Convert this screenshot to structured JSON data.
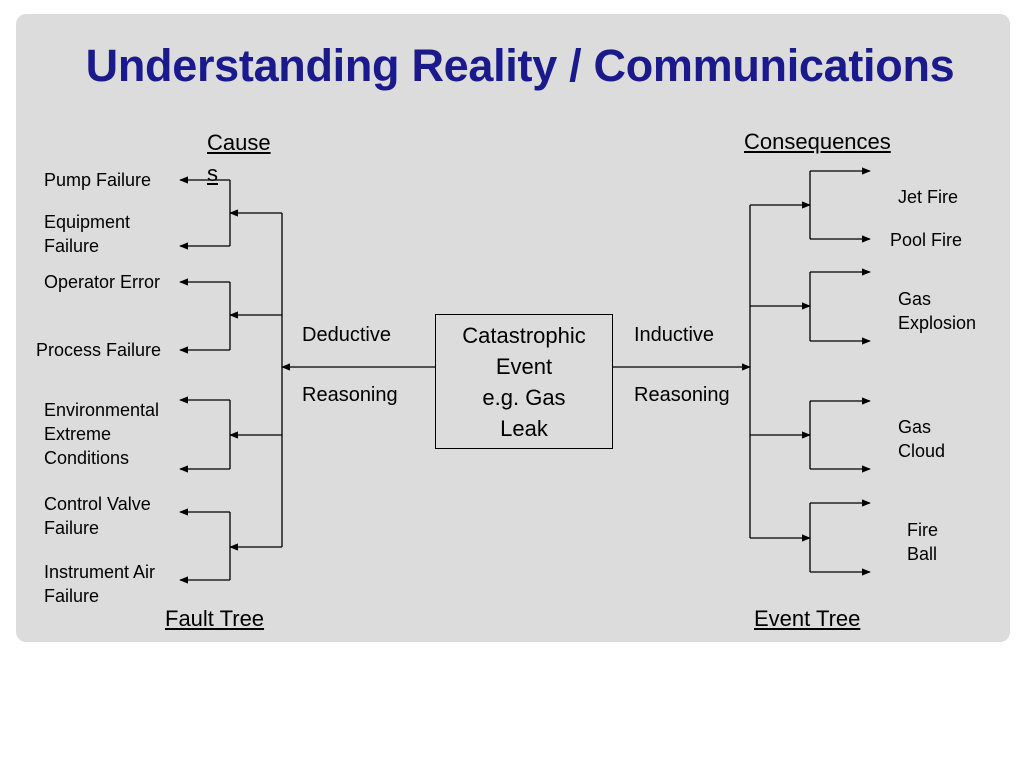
{
  "title": "Understanding Reality / Communications",
  "headings": {
    "causes": "Cause\ns",
    "consequences": "Consequences",
    "fault_tree": "Fault Tree",
    "event_tree": "Event Tree"
  },
  "center": "Catastrophic\nEvent\ne.g. Gas\nLeak",
  "left_reasoning": [
    "Deductive",
    "Reasoning"
  ],
  "right_reasoning": [
    "Inductive",
    "Reasoning"
  ],
  "causes": [
    "Pump Failure",
    "Equipment\nFailure",
    "Operator Error",
    "Process Failure",
    "Environmental\nExtreme\nConditions",
    "Control Valve\nFailure",
    "Instrument Air\nFailure"
  ],
  "consequences": [
    "Jet Fire",
    "Pool Fire",
    "Gas\nExplosion",
    "Gas\nCloud",
    "Fire\nBall"
  ],
  "colors": {
    "title": "#1a1a8c",
    "panel": "#dcdcdd",
    "line": "#000000"
  }
}
